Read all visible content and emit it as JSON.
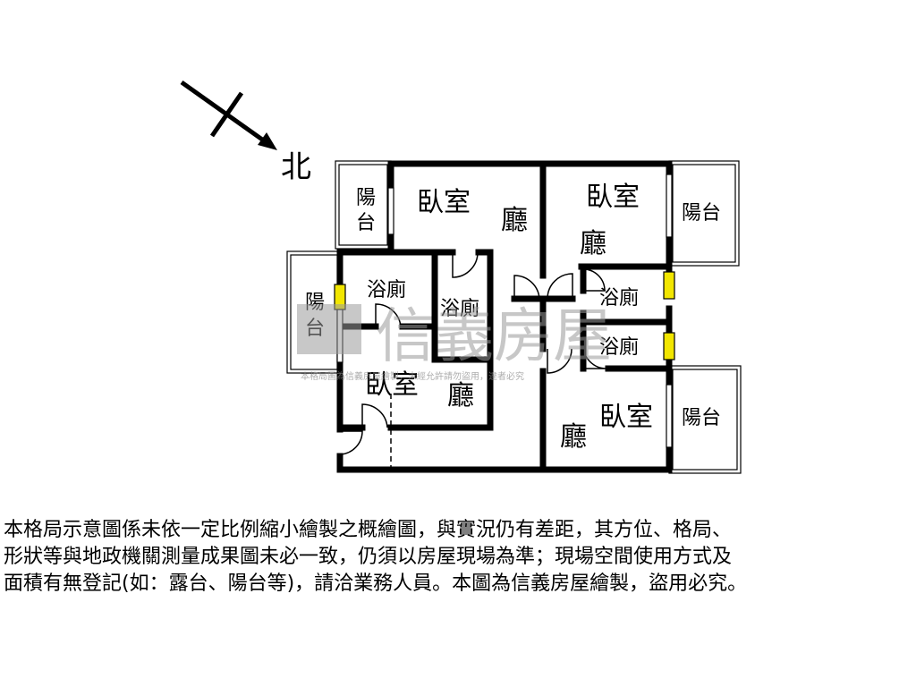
{
  "compass": {
    "label": "北"
  },
  "rooms": {
    "bedroom_1": "臥室",
    "bedroom_2": "臥室",
    "bedroom_3": "臥室",
    "bedroom_4": "臥室",
    "living_1": "廳",
    "living_2": "廳",
    "living_3": "廳",
    "living_4": "廳",
    "bath_1": "浴廁",
    "bath_2": "浴廁",
    "bath_3": "浴廁",
    "bath_4": "浴廁",
    "balcony_nw_line1": "陽",
    "balcony_nw_line2": "台",
    "balcony_w_line1": "陽",
    "balcony_w_line2": "台",
    "balcony_ne": "陽台",
    "balcony_se": "陽台"
  },
  "watermark": {
    "brand": "信義房屋",
    "fine_print": "本格局圖為信義房屋繪製，未經允許請勿盜用，違者必究"
  },
  "disclaimer": {
    "line1": "本格局示意圖係未依一定比例縮小繪製之概繪圖，與實況仍有差距，其方位、格局、",
    "line2": "形狀等與地政機關測量成果圖未必一致，仍須以房屋現場為準；現場空間使用方式及",
    "line3": "面積有無登記(如：露台、陽台等)，請洽業務人員。本圖為信義房屋繪製，盜用必究。"
  },
  "colors": {
    "wall": "#000000",
    "window": "#f2e600",
    "watermark": "#9a9a9a"
  }
}
